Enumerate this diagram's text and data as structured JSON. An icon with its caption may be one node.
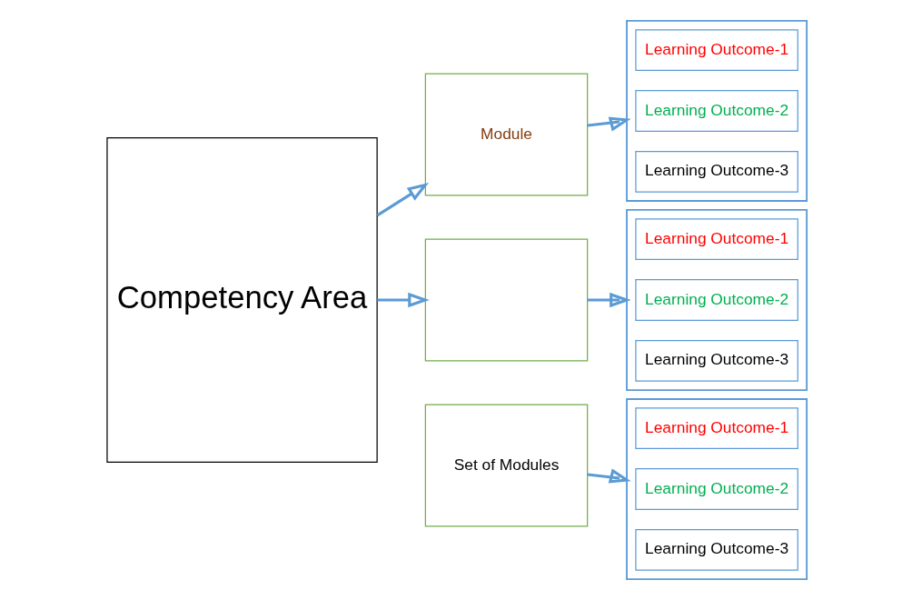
{
  "diagram": {
    "nodes": [
      {
        "text": [
          "Competency Area"
        ]
      },
      {
        "text": [
          "Module"
        ]
      },
      {
        "text": [],
        "shape": "box"
      },
      {
        "text": [
          "Learning Outcome-1"
        ],
        "in": 2
      },
      {
        "text": [
          "Learning Outcome-2"
        ],
        "in": 2
      },
      {
        "text": [
          "Learning Outcome-3"
        ],
        "in": 2
      },
      {
        "text": [],
        "shape": "box"
      },
      {
        "text": [],
        "shape": "box"
      },
      {
        "text": [
          "Learning Outcome-1"
        ],
        "in": 7
      },
      {
        "text": [
          "Learning Outcome-2"
        ],
        "in": 7
      },
      {
        "text": [
          "Learning Outcome-3"
        ],
        "in": 7
      },
      {
        "text": [
          "Set of Modules"
        ]
      },
      {
        "text": [],
        "shape": "box"
      },
      {
        "text": [
          "Learning Outcome-1"
        ],
        "in": 12
      },
      {
        "text": [
          "Learning Outcome-2"
        ],
        "in": 12
      },
      {
        "text": [
          "Learning Outcome-3"
        ],
        "in": 12
      }
    ],
    "edges": [
      {
        "from": 0,
        "to": 1,
        "arrow": "to"
      },
      {
        "from": 1,
        "to": 2,
        "arrow": "to"
      },
      {
        "from": 0,
        "to": 6,
        "arrow": "to"
      },
      {
        "from": 6,
        "to": 7,
        "arrow": "to"
      },
      {
        "from": 11,
        "to": 12,
        "arrow": "to"
      }
    ]
  }
}
